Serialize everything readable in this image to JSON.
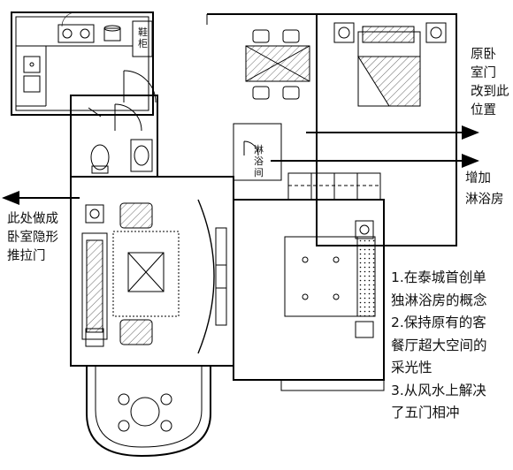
{
  "annotations": {
    "door_note": [
      "原卧",
      "室门",
      "改到此",
      "位置"
    ],
    "shower_room_note": [
      "增加",
      "淋浴房"
    ],
    "sliding_door_note": [
      "此处做成",
      "卧室隐形",
      "推拉门"
    ],
    "concept_notes": [
      "1.在泰城首创单",
      "独淋浴房的概念",
      "2.保持原有的客",
      "餐厅超大空间的",
      "采光性",
      "3.从风水上解决",
      "了五门相冲"
    ],
    "shower_label": [
      "淋",
      "浴",
      "间"
    ],
    "cabinet_label": [
      "鞋",
      "柜"
    ]
  },
  "colors": {
    "line": "#000000",
    "paper": "#ffffff"
  }
}
